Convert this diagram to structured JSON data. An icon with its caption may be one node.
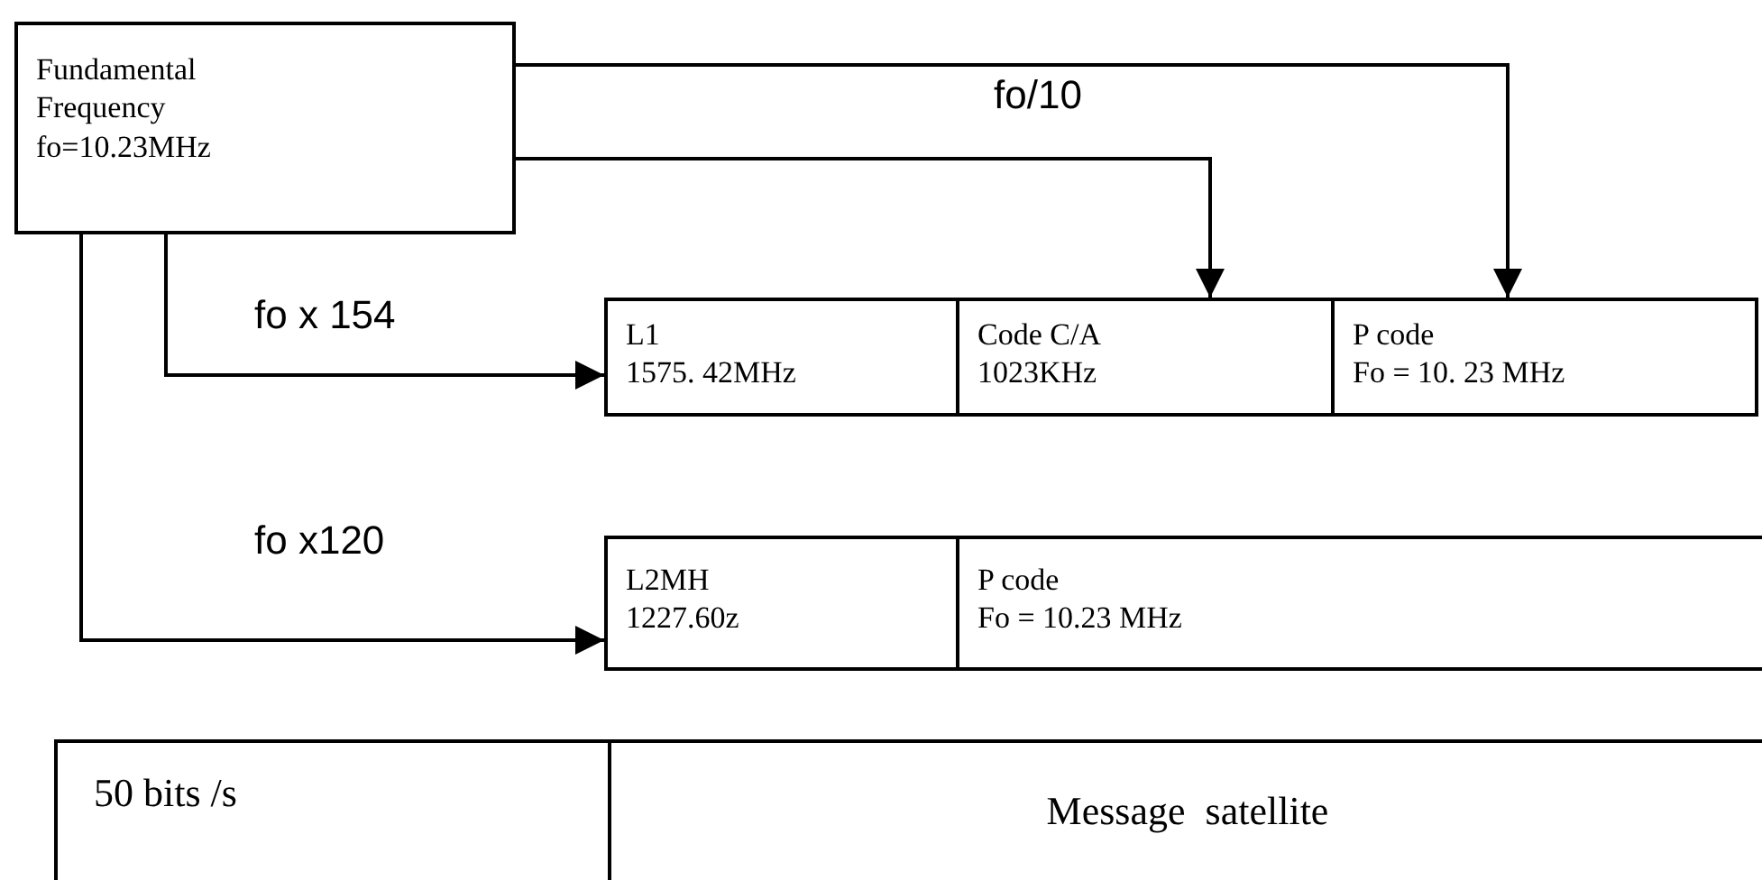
{
  "diagram": {
    "nodes": [
      {
        "text": [
          "Fundamental Frequency fo=10.23MHz"
        ]
      },
      {
        "text": [
          "L1 1575. 42MHz"
        ]
      },
      {
        "text": [
          "Code C/A 1023KHz"
        ]
      },
      {
        "text": [
          "P code Fo = 10. 23 MHz"
        ]
      },
      {
        "text": [
          "L2MH 1227.60z"
        ]
      },
      {
        "text": [
          "P code Fo = 10.23 MHz"
        ]
      },
      {
        "text": [
          "50 bits /s"
        ]
      },
      {
        "text": [
          "Message  satellite"
        ]
      }
    ],
    "edges": [
      {
        "from": 0,
        "to": 3,
        "arrow": "to",
        "label": "fo/10"
      },
      {
        "from": 0,
        "to": 2,
        "arrow": "to"
      },
      {
        "from": 0,
        "to": 1,
        "arrow": "to",
        "label": "fo x 154"
      },
      {
        "from": 0,
        "to": 4,
        "arrow": "to",
        "label": "fo x120"
      }
    ]
  }
}
